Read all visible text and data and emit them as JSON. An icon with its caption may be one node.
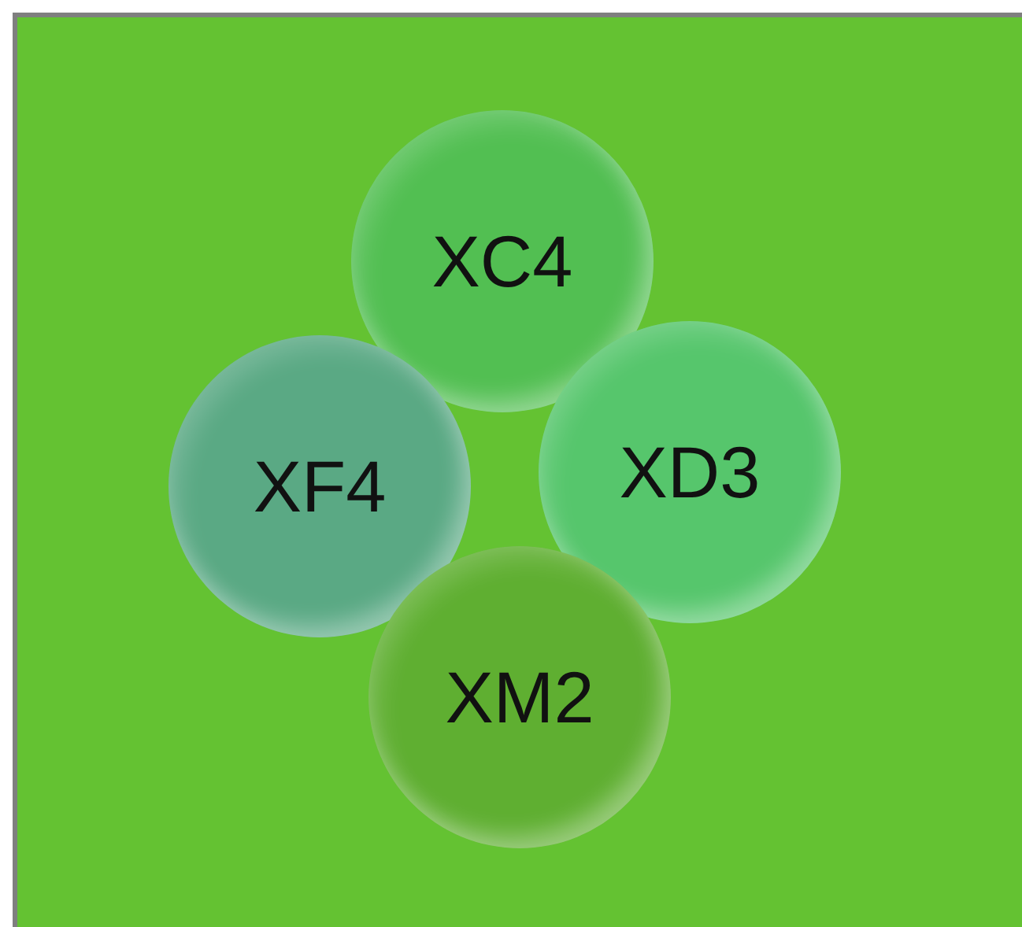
{
  "diagram": {
    "nodes": [
      {
        "text": [
          "XC4"
        ]
      },
      {
        "text": [
          "XF4"
        ]
      },
      {
        "text": [
          "XD3"
        ]
      },
      {
        "text": [
          "XM2"
        ]
      }
    ]
  }
}
